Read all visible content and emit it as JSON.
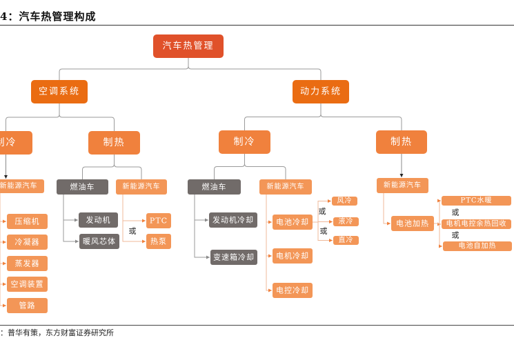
{
  "figure": {
    "title": "4：汽车热管理构成",
    "source": "：普华有策，东方财富证券研究所"
  },
  "colors": {
    "root": "#E0512A",
    "level1": "#EA6C12",
    "level2": "#F0813D",
    "leaf": "#F39657",
    "fuel": "#716B69",
    "line_gray": "#9A9A9A",
    "line_orange": "#EFB89A"
  },
  "or_label": "或",
  "nodes": [
    {
      "id": "root",
      "label": "汽车热管理",
      "style": "root"
    },
    {
      "id": "ac",
      "label": "空调系统",
      "style": "level1"
    },
    {
      "id": "power",
      "label": "动力系统",
      "style": "level1"
    },
    {
      "id": "ac_cool",
      "label": "制冷",
      "style": "level2"
    },
    {
      "id": "ac_heat",
      "label": "制热",
      "style": "level2"
    },
    {
      "id": "pw_cool",
      "label": "制冷",
      "style": "level2"
    },
    {
      "id": "pw_heat",
      "label": "制热",
      "style": "level2"
    },
    {
      "id": "ac_cool_nev",
      "label": "新能源汽车",
      "style": "leaf"
    },
    {
      "id": "compressor",
      "label": "压缩机",
      "style": "leaf"
    },
    {
      "id": "condenser",
      "label": "冷凝器",
      "style": "leaf"
    },
    {
      "id": "evaporator",
      "label": "蒸发器",
      "style": "leaf"
    },
    {
      "id": "ac_unit",
      "label": "空调装置",
      "style": "leaf"
    },
    {
      "id": "pipes",
      "label": "管路",
      "style": "leaf"
    },
    {
      "id": "ac_heat_fuel",
      "label": "燃油车",
      "style": "fuel"
    },
    {
      "id": "engine",
      "label": "发动机",
      "style": "fuel"
    },
    {
      "id": "heater_core",
      "label": "暖风芯体",
      "style": "fuel"
    },
    {
      "id": "ac_heat_nev",
      "label": "新能源汽车",
      "style": "leaf"
    },
    {
      "id": "ptc",
      "label": "PTC",
      "style": "leaf"
    },
    {
      "id": "heat_pump",
      "label": "热泵",
      "style": "leaf"
    },
    {
      "id": "pw_cool_fuel",
      "label": "燃油车",
      "style": "fuel"
    },
    {
      "id": "engine_cooling",
      "label": "发动机冷却",
      "style": "fuel"
    },
    {
      "id": "gearbox_cooling",
      "label": "变速箱冷却",
      "style": "fuel"
    },
    {
      "id": "pw_cool_nev",
      "label": "新能源汽车",
      "style": "leaf"
    },
    {
      "id": "battery_cooling",
      "label": "电池冷却",
      "style": "leaf"
    },
    {
      "id": "motor_cooling",
      "label": "电机冷却",
      "style": "leaf"
    },
    {
      "id": "ecu_cooling",
      "label": "电控冷却",
      "style": "leaf"
    },
    {
      "id": "air_cooling",
      "label": "风冷",
      "style": "leaf"
    },
    {
      "id": "liquid_cooling",
      "label": "液冷",
      "style": "leaf"
    },
    {
      "id": "direct_cooling",
      "label": "直冷",
      "style": "leaf"
    },
    {
      "id": "pw_heat_nev",
      "label": "新能源汽车",
      "style": "leaf"
    },
    {
      "id": "battery_heating",
      "label": "电池加热",
      "style": "leaf"
    },
    {
      "id": "ptc_water",
      "label": "PTC水暖",
      "style": "leaf"
    },
    {
      "id": "motor_ecu_heat_recovery",
      "label": "电机电控余热回收",
      "style": "leaf"
    },
    {
      "id": "battery_self_heating",
      "label": "电池自加热",
      "style": "leaf"
    }
  ],
  "edges": [
    [
      "root",
      "ac"
    ],
    [
      "root",
      "power"
    ],
    [
      "ac",
      "ac_cool"
    ],
    [
      "ac",
      "ac_heat"
    ],
    [
      "power",
      "pw_cool"
    ],
    [
      "power",
      "pw_heat"
    ],
    [
      "ac_cool",
      "ac_cool_nev"
    ],
    [
      "ac_cool_nev",
      "compressor"
    ],
    [
      "ac_cool_nev",
      "condenser"
    ],
    [
      "ac_cool_nev",
      "evaporator"
    ],
    [
      "ac_cool_nev",
      "ac_unit"
    ],
    [
      "ac_cool_nev",
      "pipes"
    ],
    [
      "ac_heat",
      "ac_heat_fuel"
    ],
    [
      "ac_heat",
      "ac_heat_nev"
    ],
    [
      "ac_heat_fuel",
      "engine"
    ],
    [
      "ac_heat_fuel",
      "heater_core"
    ],
    [
      "ac_heat_nev",
      "ptc"
    ],
    [
      "ac_heat_nev",
      "heat_pump"
    ],
    [
      "pw_cool",
      "pw_cool_fuel"
    ],
    [
      "pw_cool",
      "pw_cool_nev"
    ],
    [
      "pw_cool_fuel",
      "engine_cooling"
    ],
    [
      "pw_cool_fuel",
      "gearbox_cooling"
    ],
    [
      "pw_cool_nev",
      "battery_cooling"
    ],
    [
      "pw_cool_nev",
      "motor_cooling"
    ],
    [
      "pw_cool_nev",
      "ecu_cooling"
    ],
    [
      "battery_cooling",
      "air_cooling"
    ],
    [
      "battery_cooling",
      "liquid_cooling"
    ],
    [
      "battery_cooling",
      "direct_cooling"
    ],
    [
      "pw_heat",
      "pw_heat_nev"
    ],
    [
      "pw_heat_nev",
      "battery_heating"
    ],
    [
      "battery_heating",
      "ptc_water"
    ],
    [
      "battery_heating",
      "motor_ecu_heat_recovery"
    ],
    [
      "battery_heating",
      "battery_self_heating"
    ]
  ],
  "or_groups": [
    [
      "ptc",
      "heat_pump"
    ],
    [
      "air_cooling",
      "liquid_cooling"
    ],
    [
      "liquid_cooling",
      "direct_cooling"
    ],
    [
      "ptc_water",
      "motor_ecu_heat_recovery"
    ],
    [
      "motor_ecu_heat_recovery",
      "battery_self_heating"
    ]
  ]
}
